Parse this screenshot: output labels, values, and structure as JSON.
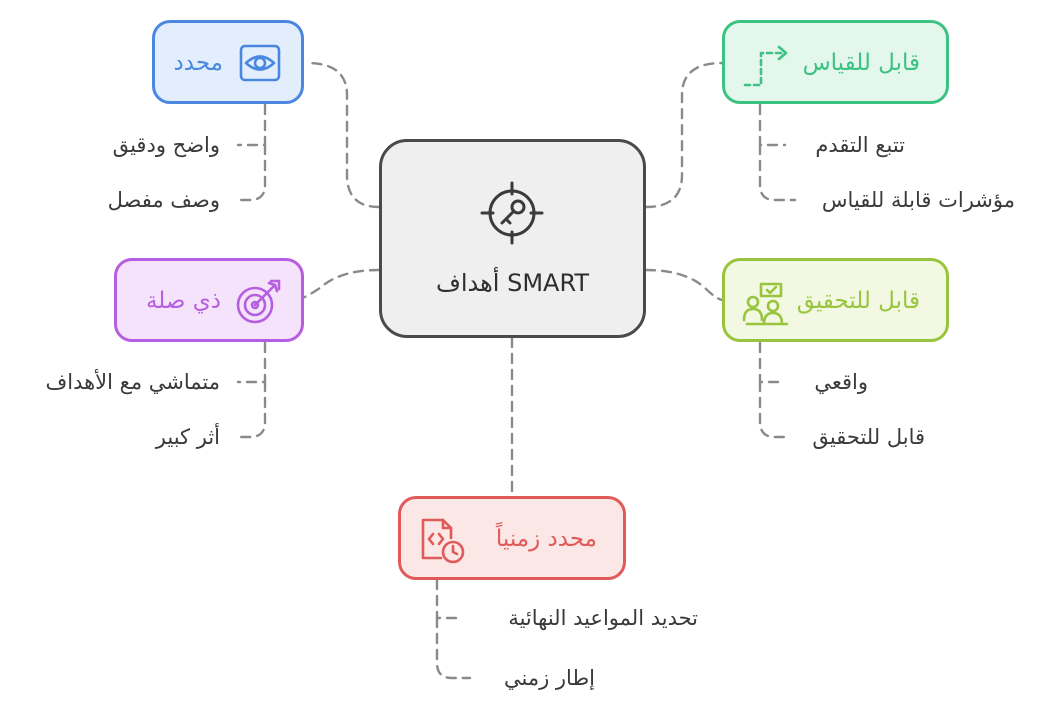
{
  "center": {
    "label": "SMART أهداف"
  },
  "nodes": {
    "specific": {
      "label": "محدد",
      "color": "#4a87e0",
      "fill": "#e3eefc",
      "items": [
        "واضح ودقيق",
        "وصف مفصل"
      ]
    },
    "measurable": {
      "label": "قابل للقياس",
      "color": "#3cc283",
      "fill": "#e4f7ec",
      "items": [
        "تتبع التقدم",
        "مؤشرات قابلة للقياس"
      ]
    },
    "relevant": {
      "label": "ذي صلة",
      "color": "#b65ee0",
      "fill": "#f4e3fb",
      "items": [
        "متماشي مع الأهداف",
        "أثر كبير"
      ]
    },
    "achievable": {
      "label": "قابل للتحقيق",
      "color": "#98c53d",
      "fill": "#f2f8e2",
      "items": [
        "واقعي",
        "قابل للتحقيق"
      ]
    },
    "timebound": {
      "label": "محدد زمنياً",
      "color": "#e05a5a",
      "fill": "#fbe7e6",
      "items": [
        "تحديد المواعيد النهائية",
        "إطار زمني"
      ]
    }
  },
  "icons": {
    "center": "target-key-icon",
    "specific": "eye-icon",
    "measurable": "path-arrow-icon",
    "relevant": "target-arrow-icon",
    "achievable": "verified-people-icon",
    "timebound": "code-file-clock-icon"
  }
}
